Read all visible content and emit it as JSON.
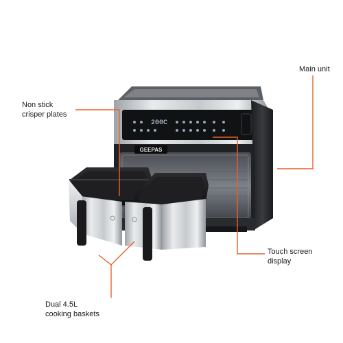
{
  "labels": {
    "main_unit": "Main unit",
    "non_stick_line1": "Non stick",
    "non_stick_line2": "crisper plates",
    "touch_line1": "Touch screen",
    "touch_line2": "display",
    "dual_line1": "Dual 4.5L",
    "dual_line2": "cooking baskets"
  },
  "display": {
    "readout": "200C"
  },
  "brand": {
    "logo_text": "GEEPAS"
  },
  "colors": {
    "callout": "#e8612c",
    "steel_light": "#e4e6e8",
    "steel_mid": "#b9bdc1",
    "body_dark": "#2b2b2d",
    "panel": "#111214",
    "display_text": "#d8e8ff"
  }
}
